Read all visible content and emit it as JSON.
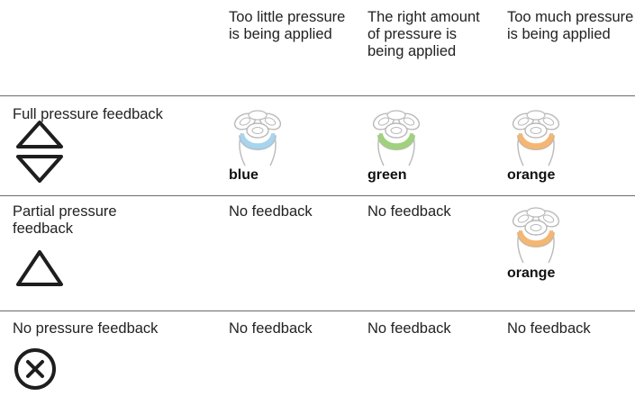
{
  "headers": {
    "col1": "Too little pressure is being applied",
    "col2": "The right amount of pressure is being applied",
    "col3": "Too much pressure is being applied"
  },
  "rows": [
    {
      "label": "Full pressure feedback",
      "icon": "double-triangle-icon",
      "cells": [
        "blue",
        "green",
        "orange"
      ]
    },
    {
      "label": "Partial pressure feedback",
      "icon": "triangle-icon",
      "cells": [
        "No feedback",
        "No feedback",
        "orange"
      ]
    },
    {
      "label": "No pressure feedback",
      "icon": "circle-x-icon",
      "cells": [
        "No feedback",
        "No feedback",
        "No feedback"
      ]
    }
  ],
  "colors": {
    "blue": "#a8d4ee",
    "green": "#9fd27a",
    "orange": "#f5b672",
    "outline": "#b9b9b9",
    "ink": "#1e1e1e"
  }
}
